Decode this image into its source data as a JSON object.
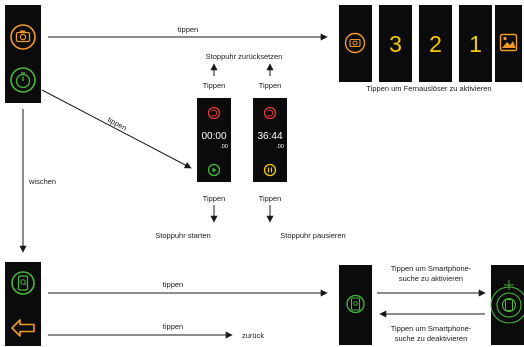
{
  "colors": {
    "screen": "#0b0b0b",
    "orange": "#f09a2a",
    "green": "#46b83a",
    "red": "#e0383a",
    "yellow": "#f5c900",
    "arrow": "#1a1a1a"
  },
  "labels": {
    "tap_camera": "tippen",
    "tap_stopwatch": "tippen",
    "swipe": "wischen",
    "reset_stopwatch": "Stoppuhr zurücksetzen",
    "tap_reset_a": "Tippen",
    "tap_reset_b": "Tippen",
    "tap_start": "Tippen",
    "tap_pause": "Tippen",
    "start_stopwatch": "Stoppuhr starten",
    "pause_stopwatch": "Stoppuhr pausieren",
    "remote_shutter": "Tippen um Fernauslöser  zu aktivieren",
    "tap_phone_search": "tippen",
    "tap_back": "tippen",
    "back": "zurück",
    "activate_search_line1": "Tippen um Smartphone-",
    "activate_search_line2": "suche zu aktivieren",
    "deactivate_search_line1": "Tippen um Smartphone-",
    "deactivate_search_line2": "suche zu deaktivieren"
  },
  "countdown": [
    "3",
    "2",
    "1"
  ],
  "stopwatch": {
    "reset_time": "00:00",
    "reset_hundredths": ".00",
    "running_time": "36:44",
    "running_hundredths": ".00"
  },
  "icons": {
    "camera": "camera-icon",
    "stopwatch": "stopwatch-icon",
    "phone_search": "phone-search-icon",
    "back": "back-arrow-icon",
    "reset": "reset-icon",
    "play": "play-icon",
    "pause": "pause-icon",
    "gallery": "gallery-icon",
    "phone_radar": "phone-radar-icon"
  }
}
